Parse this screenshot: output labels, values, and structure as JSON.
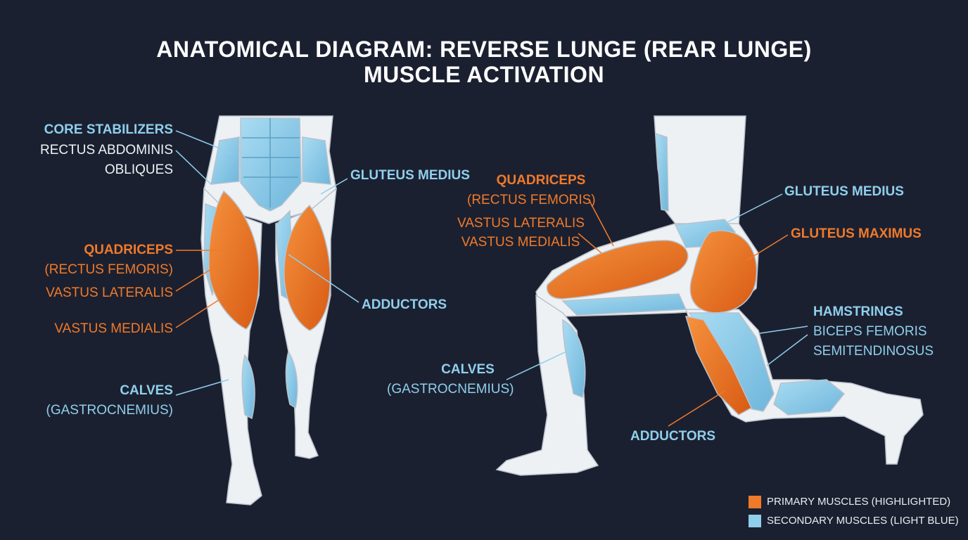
{
  "title": {
    "line1": "ANATOMICAL DIAGRAM: REVERSE LUNGE (REAR LUNGE)",
    "line2": "MUSCLE ACTIVATION"
  },
  "front_view": {
    "core_stabilizers": "CORE STABILIZERS",
    "rectus_abdominis": "RECTUS ABDOMINIS",
    "obliques": "OBLIQUES",
    "quadriceps": "QUADRICEPS",
    "rectus_femoris": "(RECTUS FEMORIS)",
    "vastus_lateralis": "VASTUS LATERALIS",
    "vastus_medialis": "VASTUS MEDIALIS",
    "calves": "CALVES",
    "gastrocnemius": "(GASTROCNEMIUS)",
    "gluteus_medius": "GLUTEUS MEDIUS",
    "adductors": "ADDUCTORS"
  },
  "side_view": {
    "quadriceps": "QUADRICEPS",
    "rectus_femoris": "(RECTUS FEMORIS)",
    "vastus_lateralis": "VASTUS LATERALIS",
    "vastus_medialis": "VASTUS MEDIALIS",
    "gluteus_medius": "GLUTEUS MEDIUS",
    "gluteus_maximus": "GLUTEUS MAXIMUS",
    "hamstrings": "HAMSTRINGS",
    "biceps_femoris": "BICEPS FEMORIS",
    "semitendinosus": "SEMITENDINOSUS",
    "calves": "CALVES",
    "gastrocnemius": "(GASTROCNEMIUS)",
    "adductors": "ADDUCTORS"
  },
  "legend": {
    "primary": "PRIMARY MUSCLES (HIGHLIGHTED)",
    "secondary": "SECONDARY MUSCLES (LIGHT BLUE)"
  },
  "colors": {
    "background": "#1b2030",
    "primary": "#f07a2a",
    "secondary": "#8fcfec",
    "body": "#eef1f4"
  }
}
